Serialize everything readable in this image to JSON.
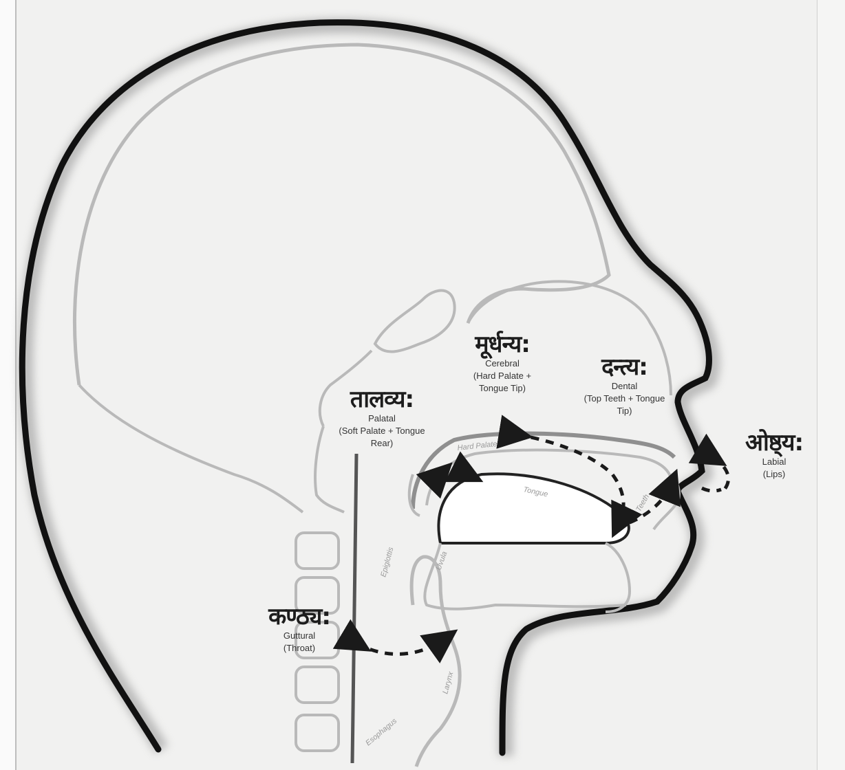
{
  "labels": {
    "labial": {
      "devanagari": "ओष्ठ्य:",
      "name": "Labial",
      "detail": "(Lips)"
    },
    "dental": {
      "devanagari": "दन्त्य:",
      "name": "Dental",
      "detail": "(Top Teeth + Tongue Tip)"
    },
    "cerebral": {
      "devanagari": "मूर्धन्य:",
      "name": "Cerebral",
      "detail": "(Hard Palate + Tongue Tip)"
    },
    "palatal": {
      "devanagari": "तालव्य:",
      "name": "Palatal",
      "detail": "(Soft Palate + Tongue Rear)"
    },
    "guttural": {
      "devanagari": "कण्ठ्य:",
      "name": "Guttural",
      "detail": "(Throat)"
    }
  },
  "anatomy_labels": {
    "hard_palate": "Hard Palate",
    "tongue": "Tongue",
    "teeth": "Teeth",
    "uvula": "Uvula",
    "epiglottis": "Epiglottis",
    "larynx": "Larynx",
    "esophagus": "Esophagus"
  },
  "colors": {
    "outline": "#111111",
    "inner": "#b9b9b9",
    "dash": "#1a1a1a",
    "background": "#f1f1f0"
  }
}
